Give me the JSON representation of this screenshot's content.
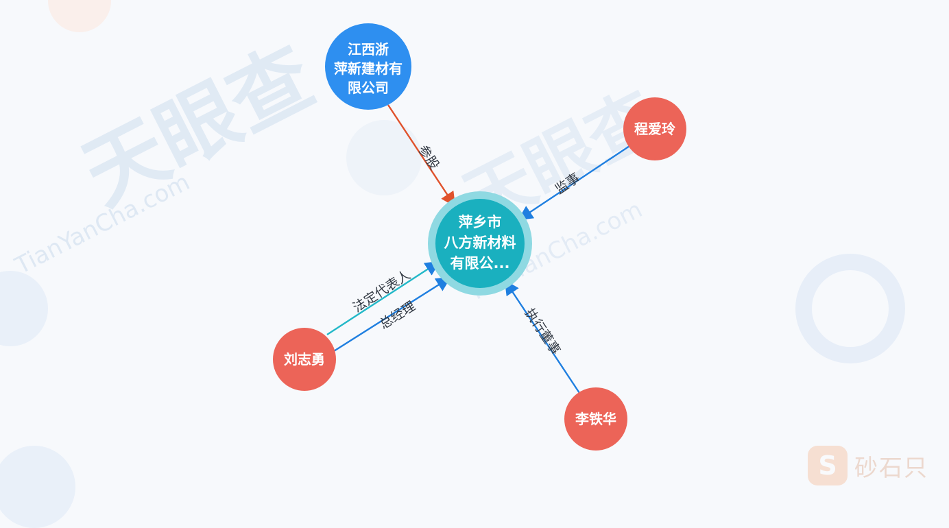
{
  "colors": {
    "company_node": "#2e8ff0",
    "center_node": "#1ab0bf",
    "center_ring": "#8fd9e2",
    "person_node": "#ec6458",
    "edge_blue": "#1f7fe0",
    "edge_red": "#e0522c",
    "edge_teal": "#22b8c8"
  },
  "center": {
    "lines": [
      "萍乡市",
      "八方新材料",
      "有限公..."
    ]
  },
  "shareholder": {
    "lines": [
      "江西浙",
      "萍新建材有",
      "限公司"
    ]
  },
  "persons": {
    "cheng": "程爱玲",
    "liu": "刘志勇",
    "li": "李铁华"
  },
  "edges": {
    "shareholding": "参股",
    "supervisor": "监事",
    "legal_rep": "法定代表人",
    "general_manager": "总经理",
    "executive_director": "执行董事"
  },
  "watermark": {
    "site_text": "天眼查",
    "site_domain": "TianYanCha.com",
    "brand_logo": "S",
    "brand_text": "砂石只"
  }
}
